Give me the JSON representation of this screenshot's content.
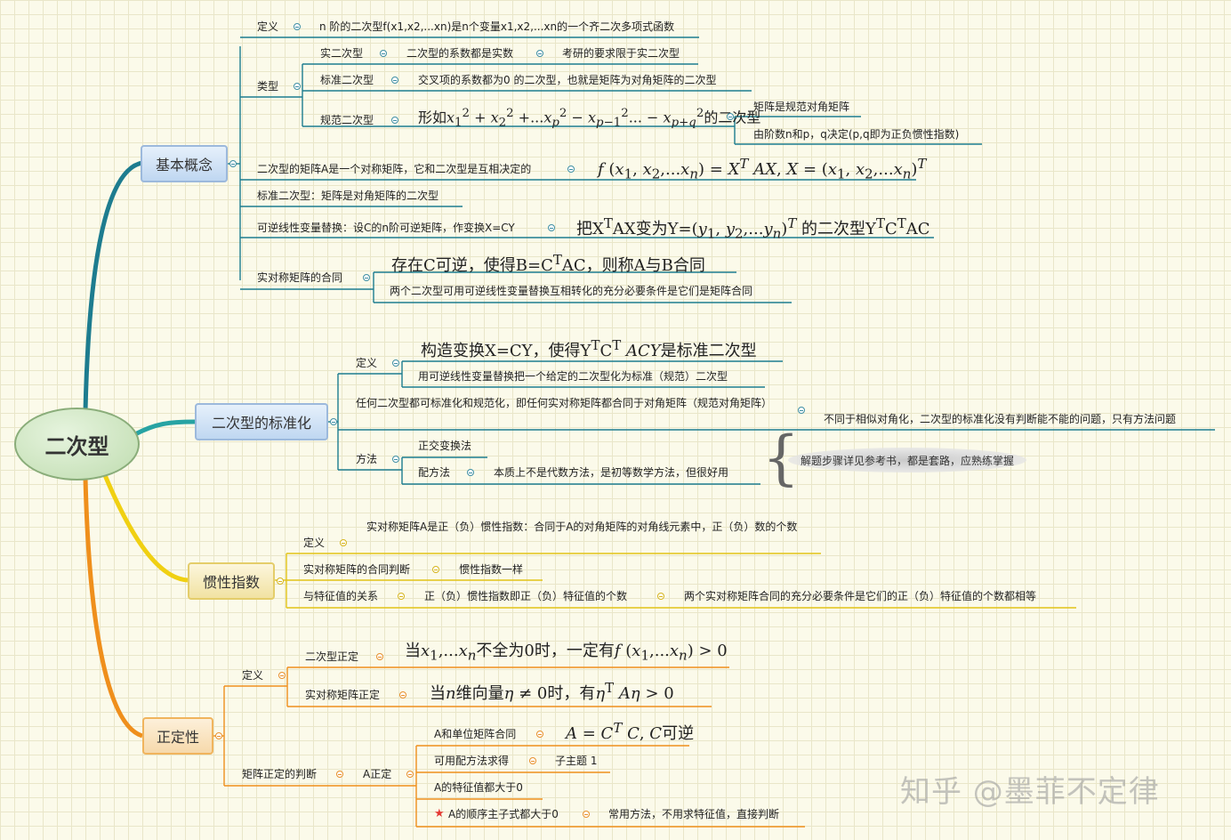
{
  "root": "二次型",
  "basic": {
    "label": "基本概念",
    "def_label": "定义",
    "def_text": "n 阶的二次型f(x1,x2,...xn)是n个变量x1,x2,...xn的一个齐二次多项式函数",
    "types_label": "类型",
    "real_label": "实二次型",
    "real_text": "二次型的系数都是实数",
    "real_note": "考研的要求限于实二次型",
    "std_label": "标准二次型",
    "std_text": "交叉项的系数都为0 的二次型，也就是矩阵为对角矩阵的二次型",
    "canon_label": "规范二次型",
    "canon_formula_prefix": "形如",
    "canon_formula_suffix": "的二次型",
    "canon_note1": "矩阵是规范对角矩阵",
    "canon_note2": "由阶数n和p，q决定(p,q即为正负惯性指数)",
    "matrix_text": "二次型的矩阵A是一个对称矩阵，它和二次型是互相决定的",
    "std2_text": "标准二次型：矩阵是对角矩阵的二次型",
    "inv_text": "可逆线性变量替换：设C的n阶可逆矩阵，作变换X=CY",
    "inv_formula_a": "把X",
    "inv_formula_b": "AX变为Y=",
    "inv_formula_c": " 的二次型Y",
    "inv_formula_d": "C",
    "inv_formula_e": "AC",
    "cong_label": "实对称矩阵的合同",
    "cong_formula_a": "存在C可逆，使得B=C",
    "cong_formula_b": "AC，则称A与B合同",
    "cong_text": "两个二次型可用可逆线性变量替换互相转化的充分必要条件是它们是矩阵合同"
  },
  "standard": {
    "label": "二次型的标准化",
    "def_label": "定义",
    "def_formula_a": "构造变换X=CY，使得Y",
    "def_formula_b": "C",
    "def_formula_c": "是标准二次型",
    "def_text": "用可逆线性变量替换把一个给定的二次型化为标准（规范）二次型",
    "any_text": "任何二次型都可标准化和规范化，即任何实对称矩阵都合同于对角矩阵（规范对角矩阵）",
    "any_note": "不同于相似对角化，二次型的标准化没有判断能不能的问题，只有方法问题",
    "method_label": "方法",
    "method1": "正交变换法",
    "method2": "配方法",
    "method2_note": "本质上不是代数方法，是初等数学方法，但很好用",
    "callout": "解题步骤详见参考书，都是套路，应熟练掌握"
  },
  "inertia": {
    "label": "惯性指数",
    "def_label": "定义",
    "def_text": "实对称矩阵A是正（负）惯性指数：合同于A的对角矩阵的对角线元素中，正（负）数的个数",
    "cong_label": "实对称矩阵的合同判断",
    "cong_text": "惯性指数一样",
    "eig_label": "与特征值的关系",
    "eig_text": "正（负）惯性指数即正（负）特征值的个数",
    "eig_note": "两个实对称矩阵合同的充分必要条件是它们的正（负）特征值的个数都相等"
  },
  "positive": {
    "label": "正定性",
    "def_label": "定义",
    "qf_label": "二次型正定",
    "qf_formula_a": "当",
    "qf_formula_b": "不全为0时，一定有",
    "rs_label": "实对称矩阵正定",
    "rs_formula_a": "当",
    "rs_formula_b": "维向量",
    "rs_formula_c": "时，有",
    "judge_label": "矩阵正定的判断",
    "a_label": "A正定",
    "item1": "A和单位矩阵合同",
    "item1_formula_b": "可逆",
    "item2": "可用配方法求得",
    "item2_sub": "子主题 1",
    "item3": "A的特征值都大于0",
    "item4": "A的顺序主子式都大于0",
    "item4_note": "常用方法，不用求特征值，直接判断"
  },
  "watermark": "知乎 @墨菲不定律",
  "colors": {
    "teal": "#1d7c8f",
    "gold": "#e2c318",
    "orange": "#ef8f1c"
  }
}
